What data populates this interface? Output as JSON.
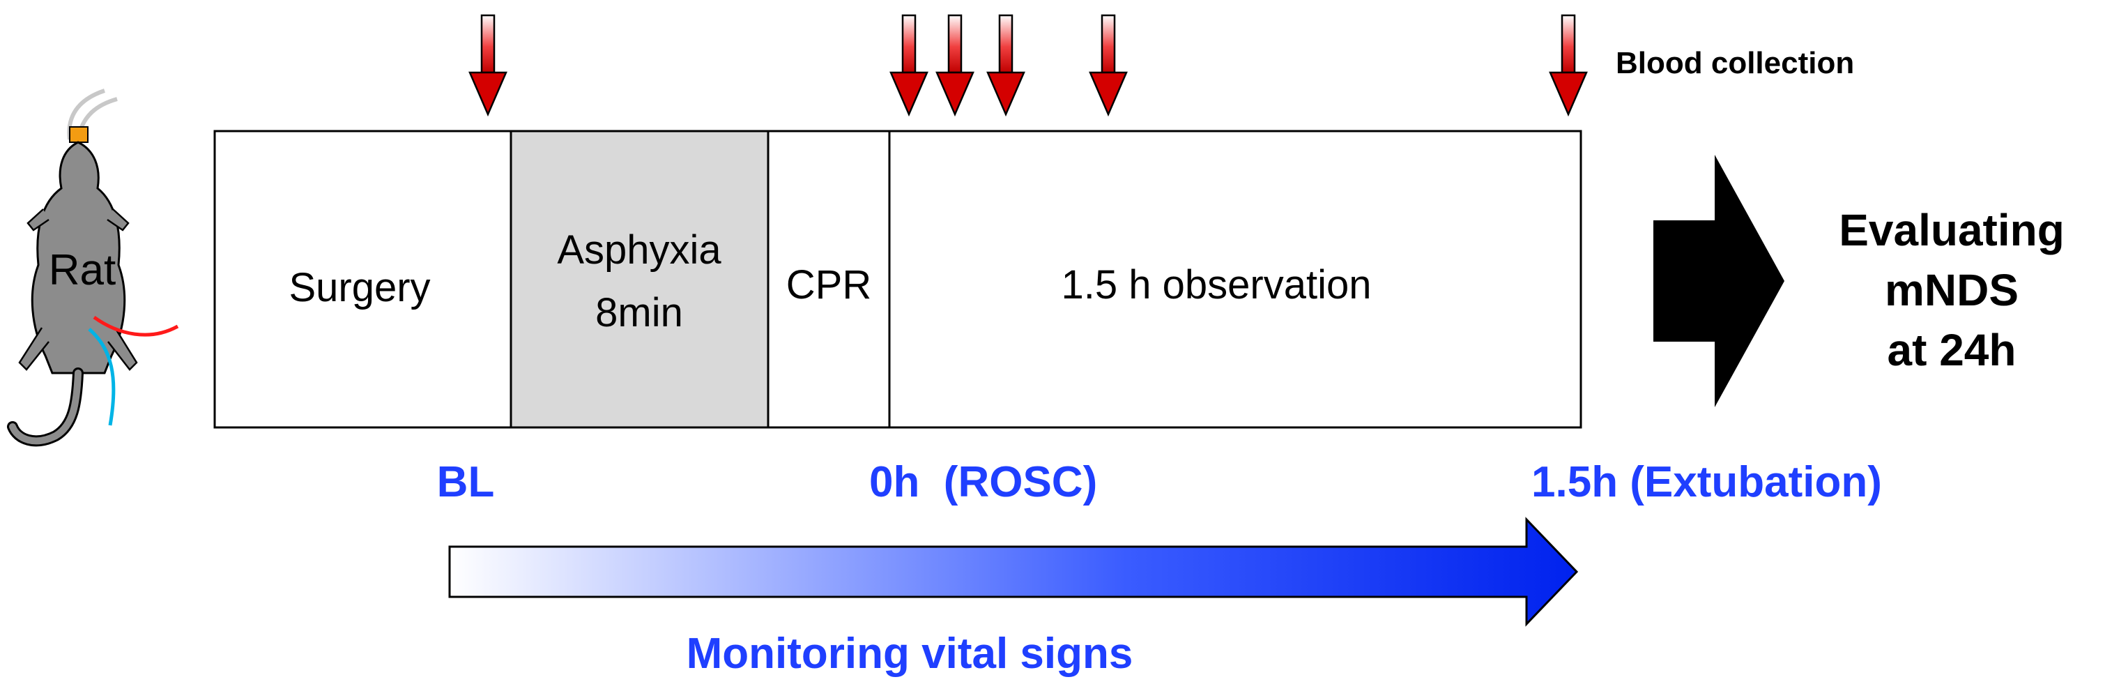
{
  "blood_collection_label": "Blood collection",
  "rat_label": "Rat",
  "phases": [
    {
      "label_lines": [
        "Surgery"
      ],
      "shaded": false
    },
    {
      "label_lines": [
        "Asphyxia",
        "8min"
      ],
      "shaded": true
    },
    {
      "label_lines": [
        "CPR"
      ],
      "shaded": false
    },
    {
      "label_lines": [
        "1.5 h observation"
      ],
      "shaded": false
    }
  ],
  "timepoints": {
    "baseline": "BL",
    "rosc": "0h  (ROSC)",
    "extubation": "1.5h (Extubation)"
  },
  "monitoring_label": "Monitoring vital signs",
  "evaluation_lines": [
    "Evaluating",
    "mNDS",
    "at 24h"
  ],
  "colors": {
    "blood_arrow": "#e00000",
    "label_blue": "#1f3fff",
    "phase_shade": "#d9d9d9",
    "gradient_start": "#ffffff",
    "gradient_end": "#0022ff"
  }
}
